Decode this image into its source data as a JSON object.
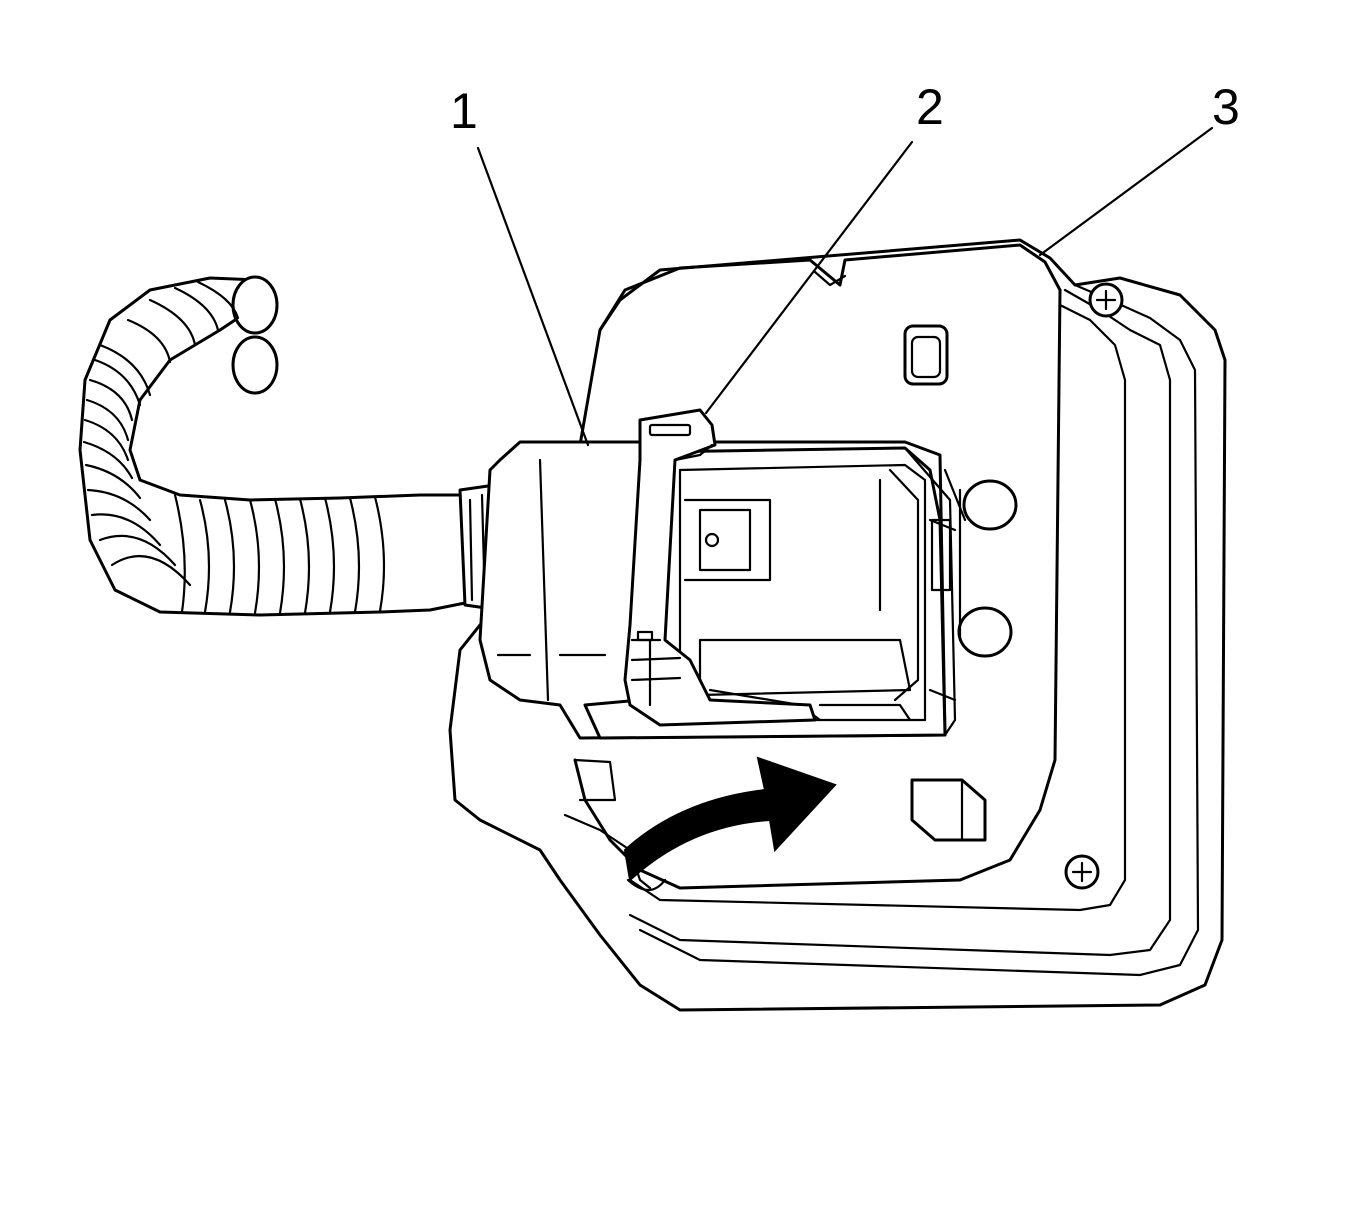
{
  "callouts": [
    {
      "id": "1",
      "label": "1"
    },
    {
      "id": "2",
      "label": "2"
    },
    {
      "id": "3",
      "label": "3"
    }
  ],
  "colors": {
    "line": "#000000",
    "background": "#ffffff",
    "arrow_fill": "#000000"
  }
}
